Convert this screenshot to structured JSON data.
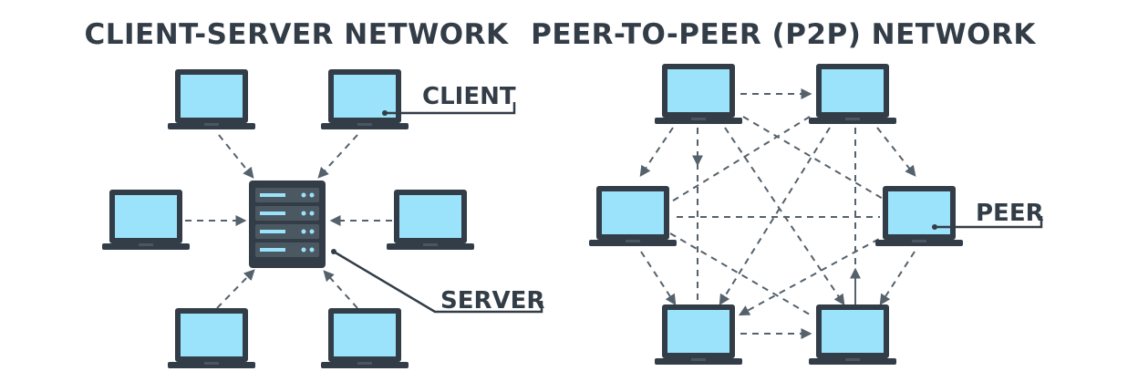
{
  "colors": {
    "dark": "#333d47",
    "screen": "#9be2fb",
    "link": "#55616b"
  },
  "client_server": {
    "title": "CLIENT-SERVER NETWORK",
    "client_label": "CLIENT",
    "server_label": "SERVER"
  },
  "p2p": {
    "title": "PEER-TO-PEER (P2P) NETWORK",
    "peer_label": "PEER"
  },
  "icons": [
    "laptop-icon",
    "server-rack-icon",
    "arrow-icon"
  ]
}
